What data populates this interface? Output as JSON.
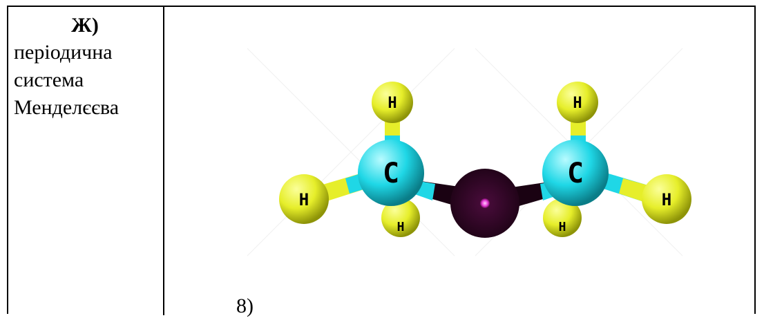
{
  "left_cell": {
    "heading": "Ж)",
    "lines": [
      "періодична",
      "система",
      "Менделєєва"
    ]
  },
  "right_cell": {
    "item_number": "8)",
    "molecule": {
      "atoms": [
        {
          "symbol": "H",
          "element": "hydrogen"
        },
        {
          "symbol": "C",
          "element": "carbon"
        },
        {
          "symbol": "H",
          "element": "hydrogen"
        },
        {
          "symbol": "H",
          "element": "hydrogen"
        },
        {
          "symbol": "C",
          "element": "carbon"
        },
        {
          "symbol": "H",
          "element": "hydrogen"
        },
        {
          "symbol": "H",
          "element": "hydrogen"
        },
        {
          "symbol": "H",
          "element": "hydrogen"
        }
      ],
      "colors": {
        "hydrogen": "#e6ee2a",
        "carbon": "#1fd7e6",
        "oxygen": "#2b0520",
        "oxygen_highlight": "#e63ad6"
      }
    }
  }
}
